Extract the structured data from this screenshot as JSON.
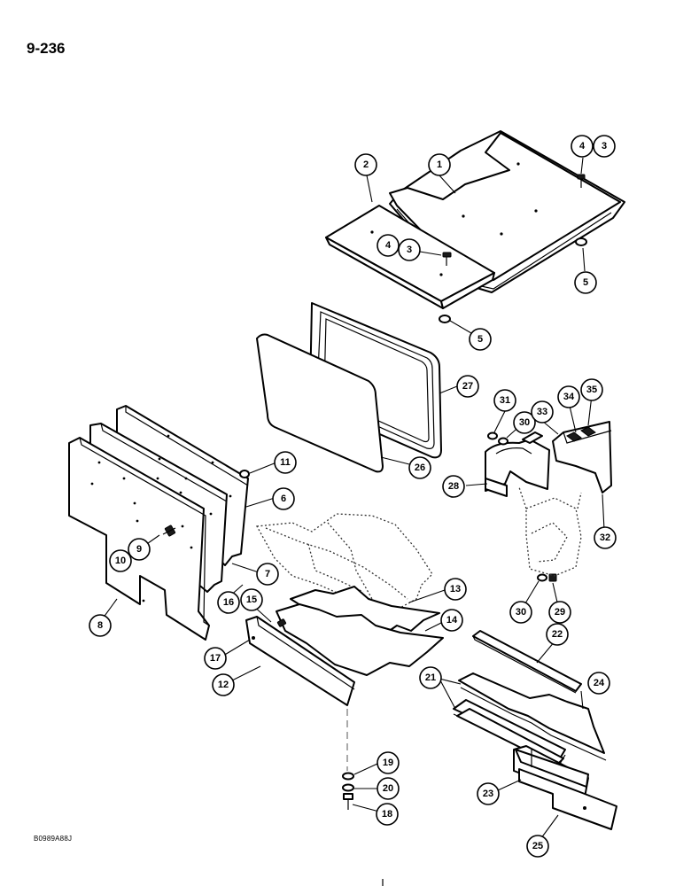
{
  "page_number": "9-236",
  "drawing_code": "B0989A88J",
  "callouts": {
    "c1": "1",
    "c2": "2",
    "c3a": "3",
    "c4a": "4",
    "c3b": "3",
    "c4b": "4",
    "c5a": "5",
    "c5b": "5",
    "c6": "6",
    "c7": "7",
    "c8": "8",
    "c9": "9",
    "c10": "10",
    "c11": "11",
    "c12": "12",
    "c13": "13",
    "c14": "14",
    "c15": "15",
    "c16": "16",
    "c17": "17",
    "c18": "18",
    "c19": "19",
    "c20": "20",
    "c21": "21",
    "c22": "22",
    "c23": "23",
    "c24": "24",
    "c25": "25",
    "c26": "26",
    "c27": "27",
    "c28": "28",
    "c29": "29",
    "c30a": "30",
    "c30b": "30",
    "c31": "31",
    "c32": "32",
    "c33": "33",
    "c34": "34",
    "c35": "35"
  }
}
